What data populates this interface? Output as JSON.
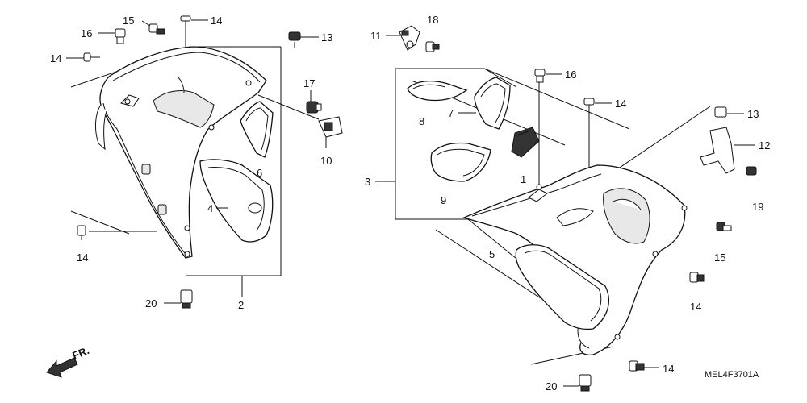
{
  "diagram": {
    "callouts": {
      "l15": "15",
      "l14a": "14",
      "l16": "16",
      "l13": "13",
      "l14b": "14",
      "l17": "17",
      "l10": "10",
      "l6": "6",
      "l4": "4",
      "l14c": "14",
      "l20a": "20",
      "l2": "2",
      "r18": "18",
      "r11": "11",
      "r16": "16",
      "r14a": "14",
      "r8": "8",
      "r7": "7",
      "r3": "3",
      "r9": "9",
      "r1": "1",
      "r13": "13",
      "r12": "12",
      "r19": "19",
      "r15": "15",
      "r5": "5",
      "r14b": "14",
      "r14c": "14",
      "r20": "20"
    },
    "direction_label": "FR.",
    "drawing_code": "MEL4F3701A"
  }
}
